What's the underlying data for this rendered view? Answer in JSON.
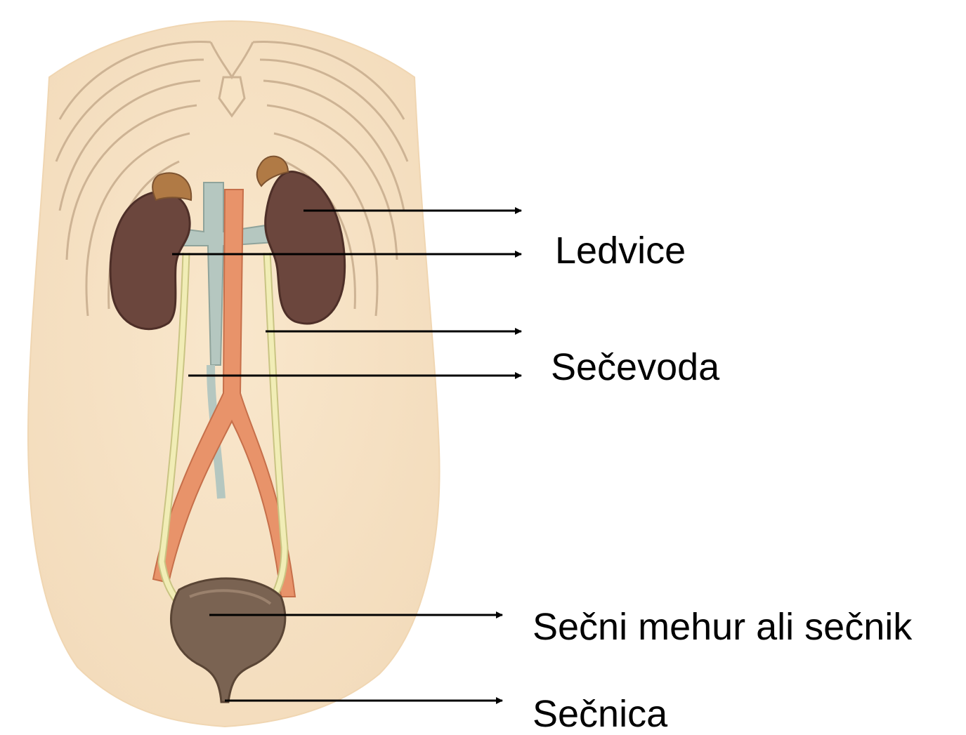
{
  "labels": {
    "kidney": "Ledvice",
    "ureter": "Sečevoda",
    "bladder": "Sečni mehur ali sečnik",
    "urethra": "Sečnica"
  },
  "colors": {
    "skin": "#f7e3c4",
    "skin_edge": "#e9cfa6",
    "rib": "#f3dcbc",
    "rib_line": "#cdb394",
    "kidney": "#6b463d",
    "kidney_dark": "#4e2f28",
    "adrenal": "#b07a45",
    "aorta": "#e8936a",
    "vena_cava": "#b5c7c0",
    "ureter": "#f1edb6",
    "bladder": "#7a6352",
    "arrow": "#000000"
  }
}
